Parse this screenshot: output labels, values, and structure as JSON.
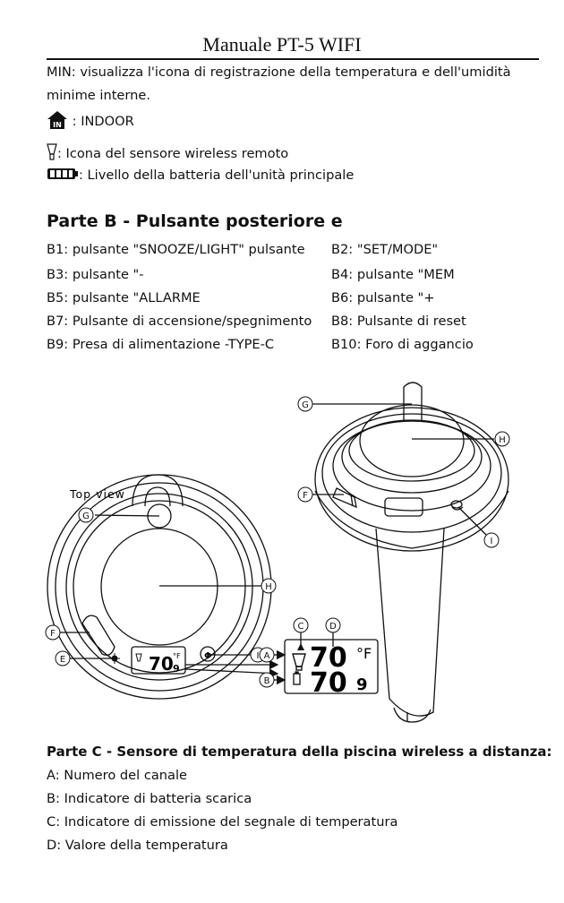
{
  "header": {
    "title": "Manuale PT-5 WIFI"
  },
  "intro": {
    "min_line1": "MIN: visualizza l'icona di registrazione della temperatura e dell'umidità",
    "min_line2": "minime interne.",
    "indoor_icon_text": "IN",
    "indoor": ":    INDOOR",
    "sensor": ": Icona del sensore wireless remoto",
    "battery": ": Livello della batteria dell'unità principale"
  },
  "section_b": {
    "title": "Parte B - Pulsante posteriore e",
    "buttons": [
      [
        "B1: pulsante \"SNOOZE/LIGHT\" pulsante",
        "B2: \"SET/MODE\""
      ],
      [
        "B3: pulsante \"-",
        "B4: pulsante \"MEM"
      ],
      [
        "B5: pulsante \"ALLARME",
        "B6: pulsante \"+"
      ],
      [
        "B7: Pulsante di accensione/spegnimento",
        "B8: Pulsante di reset"
      ],
      [
        "B9: Presa di alimentazione -TYPE-C",
        "B10: Foro di aggancio"
      ]
    ]
  },
  "diagram": {
    "top_view": "Top view",
    "labels": {
      "A": "A",
      "B": "B",
      "C": "C",
      "D": "D",
      "E": "E",
      "F": "F",
      "G": "G",
      "H": "H",
      "I": "I"
    },
    "lcd_small": {
      "temp": "70",
      "decimal": "9",
      "unit": "°F"
    },
    "lcd_large": {
      "temp": "70",
      "decimal": "9",
      "unit": "°F"
    }
  },
  "section_c": {
    "title": "Parte C - Sensore di temperatura della piscina wireless a distanza:",
    "items": [
      "A: Numero del canale",
      "B: Indicatore di batteria scarica",
      "C: Indicatore di emissione del segnale di temperatura",
      "D: Valore della temperatura"
    ]
  }
}
